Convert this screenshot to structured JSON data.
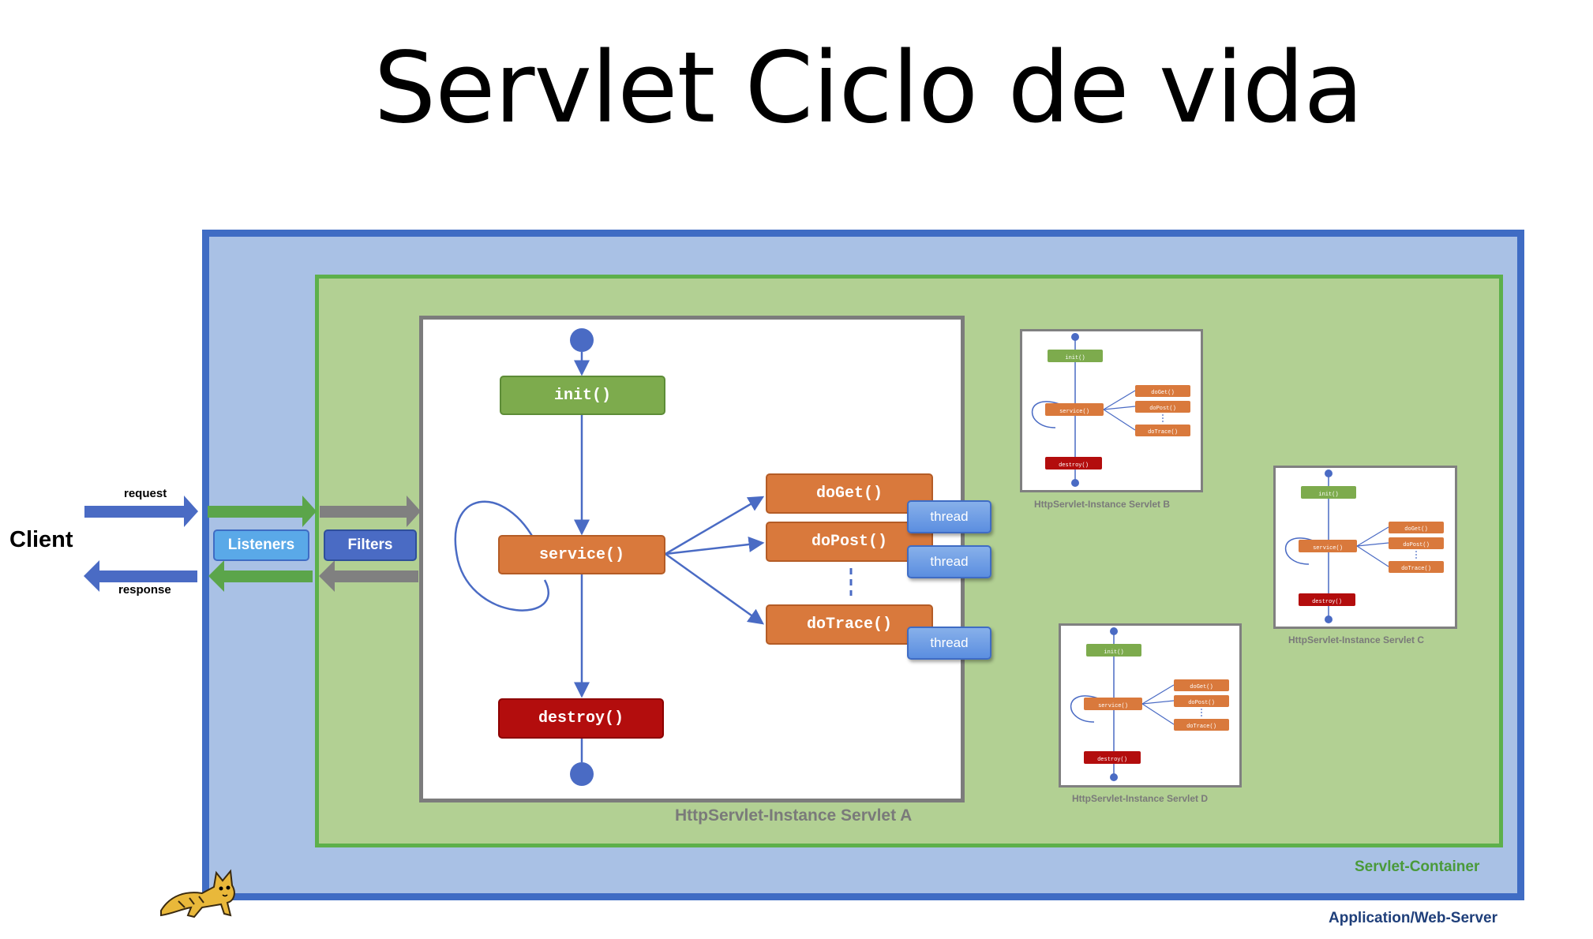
{
  "title": "Servlet Ciclo de vida",
  "client": {
    "label": "Client",
    "request": "request",
    "response": "response"
  },
  "server": {
    "label": "Application/Web-Server",
    "container_label": "Servlet-Container",
    "listeners": "Listeners",
    "filters": "Filters"
  },
  "servlet_a": {
    "caption": "HttpServlet-Instance Servlet A",
    "init": "init()",
    "service": "service()",
    "destroy": "destroy()",
    "doGet": "doGet()",
    "doPost": "doPost()",
    "doTrace": "doTrace()",
    "thread": "thread"
  },
  "mini_servlets": [
    {
      "caption": "HttpServlet-Instance Servlet B"
    },
    {
      "caption": "HttpServlet-Instance Servlet C"
    },
    {
      "caption": "HttpServlet-Instance Servlet D"
    }
  ],
  "mini_labels": {
    "init": "init()",
    "service": "service()",
    "destroy": "destroy()",
    "doGet": "doGet()",
    "doPost": "doPost()",
    "doTrace": "doTrace()"
  },
  "colors": {
    "server_bg": "#a9c1e5",
    "server_border": "#3f6cc4",
    "container_bg": "#b2d093",
    "container_border": "#5db04b",
    "init": "#7dab4d",
    "method": "#d9793c",
    "destroy": "#b30d0d",
    "thread": "#5b8ee0"
  },
  "icons": {
    "mascot": "tomcat-cat-icon"
  }
}
